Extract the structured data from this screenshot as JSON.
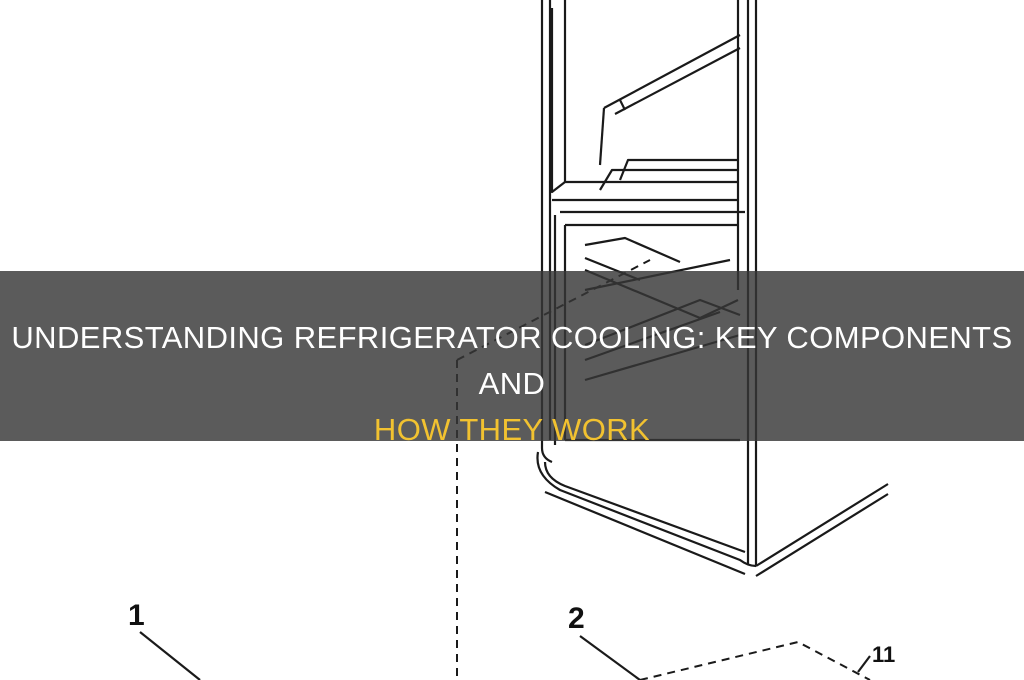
{
  "article": {
    "title_line1": "UNDERSTANDING REFRIGERATOR COOLING: KEY COMPONENTS AND",
    "title_line2": "HOW THEY WORK",
    "title_color": "#ffffff",
    "highlight_color": "#f2c230",
    "banner_color": "#373737"
  },
  "diagram": {
    "callouts": [
      "1",
      "2",
      "11"
    ]
  }
}
